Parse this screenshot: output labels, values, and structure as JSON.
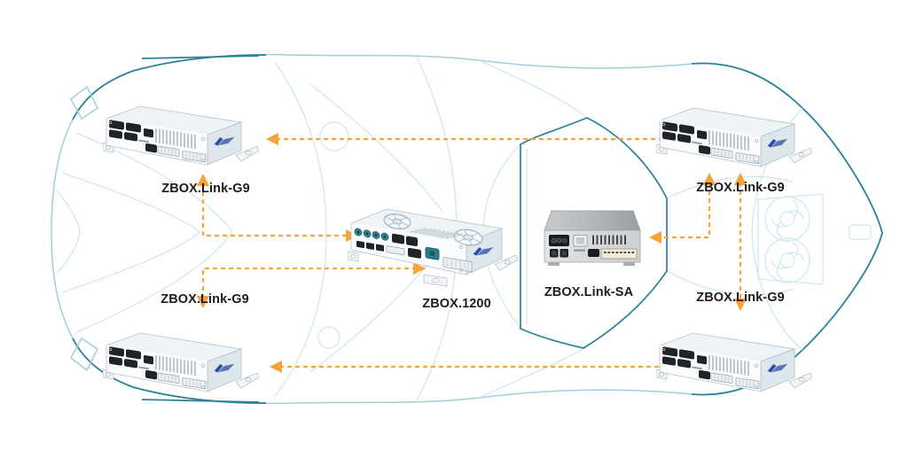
{
  "diagram": {
    "background_illustration": "sports-car-top-view-line-drawing",
    "nodes": {
      "top_left_g9": {
        "label": "ZBOX.Link-G9"
      },
      "top_right_g9": {
        "label": "ZBOX.Link-G9"
      },
      "bottom_left_g9": {
        "label": "ZBOX.Link-G9"
      },
      "bottom_right_g9": {
        "label": "ZBOX.Link-G9"
      },
      "amp_1200": {
        "label": "ZBOX.1200"
      },
      "link_sa": {
        "label": "ZBOX.Link-SA"
      }
    },
    "connections": [
      {
        "from": "top_left_g9",
        "to": "top_right_g9",
        "style": "dashed",
        "bidirectional": true
      },
      {
        "from": "amp_1200",
        "to": "top_left_g9",
        "style": "dashed",
        "bidirectional": true
      },
      {
        "from": "amp_1200",
        "to": "bottom_left_g9",
        "style": "dashed",
        "bidirectional": true
      },
      {
        "from": "bottom_left_g9",
        "to": "bottom_right_g9",
        "style": "dashed",
        "bidirectional": true
      },
      {
        "from": "top_right_g9",
        "to": "bottom_right_g9",
        "style": "dashed",
        "bidirectional": true
      },
      {
        "from": "top_right_g9",
        "to": "link_sa",
        "style": "dashed",
        "bidirectional": true
      }
    ],
    "colors": {
      "arrow": "#F5A33A",
      "label_text": "#1c1c1c",
      "car_line_light": "#cfe8f0",
      "car_line_mid": "#9fcfdd",
      "car_line_dark": "#2b8299",
      "background": "#ffffff"
    }
  }
}
